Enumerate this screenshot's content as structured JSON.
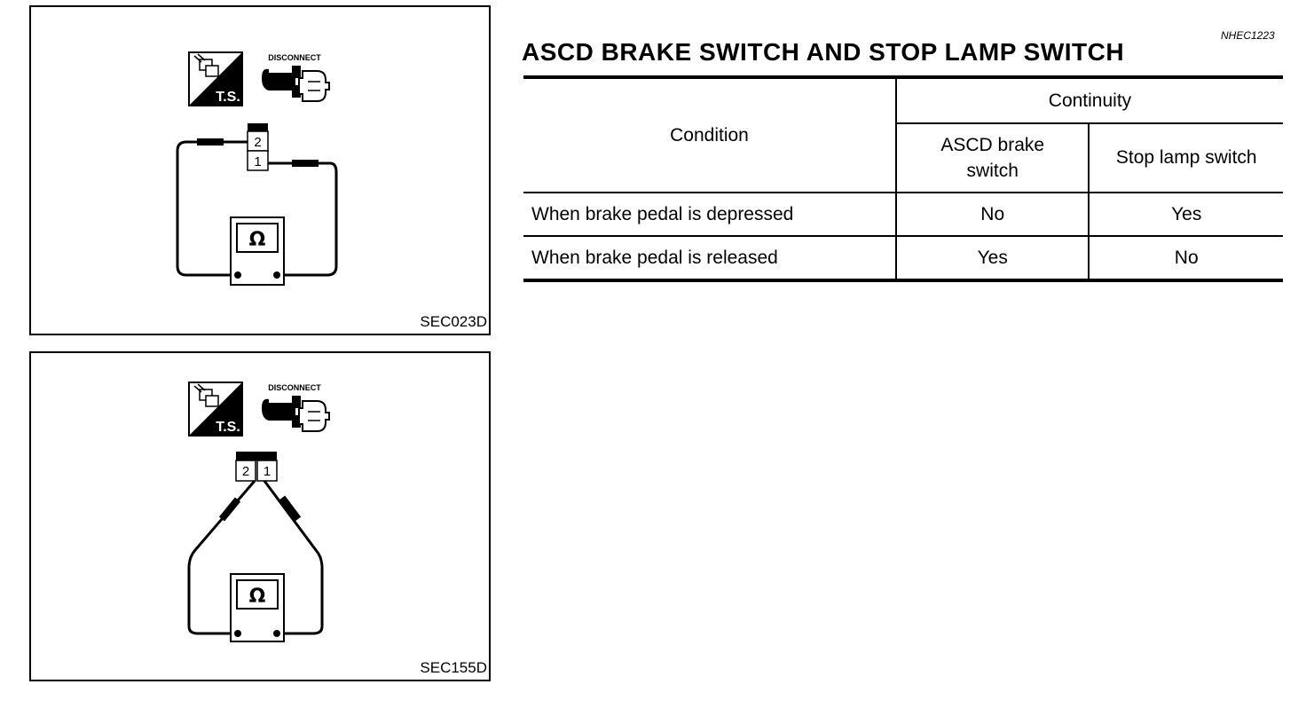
{
  "header": {
    "doc_id": "NHEC1223",
    "title": "ASCD BRAKE SWITCH AND STOP LAMP SWITCH"
  },
  "figures": [
    {
      "code": "SEC023D",
      "disconnect_label": "DISCONNECT",
      "ts_label": "T.S.",
      "pins": [
        "2",
        "1"
      ],
      "ohm_symbol": "Ω"
    },
    {
      "code": "SEC155D",
      "disconnect_label": "DISCONNECT",
      "ts_label": "T.S.",
      "pins": [
        "2",
        "1"
      ],
      "ohm_symbol": "Ω"
    }
  ],
  "table": {
    "condition_header": "Condition",
    "continuity_header": "Continuity",
    "ascd_header_line1": "ASCD brake",
    "ascd_header_line2": "switch",
    "stop_header": "Stop lamp switch",
    "rows": [
      {
        "condition": "When brake pedal is depressed",
        "ascd": "No",
        "stop": "Yes"
      },
      {
        "condition": "When brake pedal is released",
        "ascd": "Yes",
        "stop": "No"
      }
    ]
  }
}
